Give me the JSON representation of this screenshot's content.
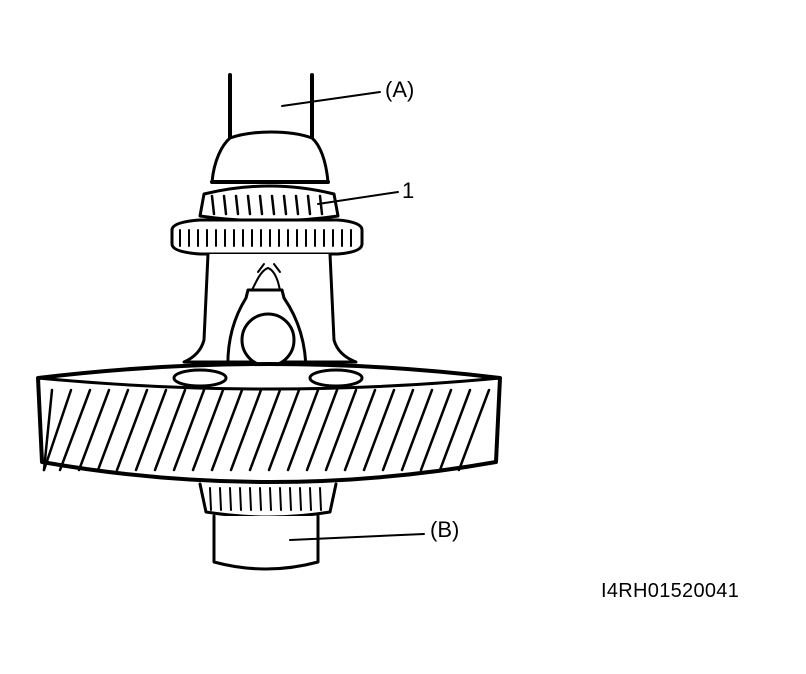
{
  "labels": {
    "tool_a": "(A)",
    "part_1": "1",
    "tool_b": "(B)"
  },
  "reference_code": "I4RH01520041",
  "colors": {
    "line": "#000000",
    "background": "#ffffff"
  }
}
